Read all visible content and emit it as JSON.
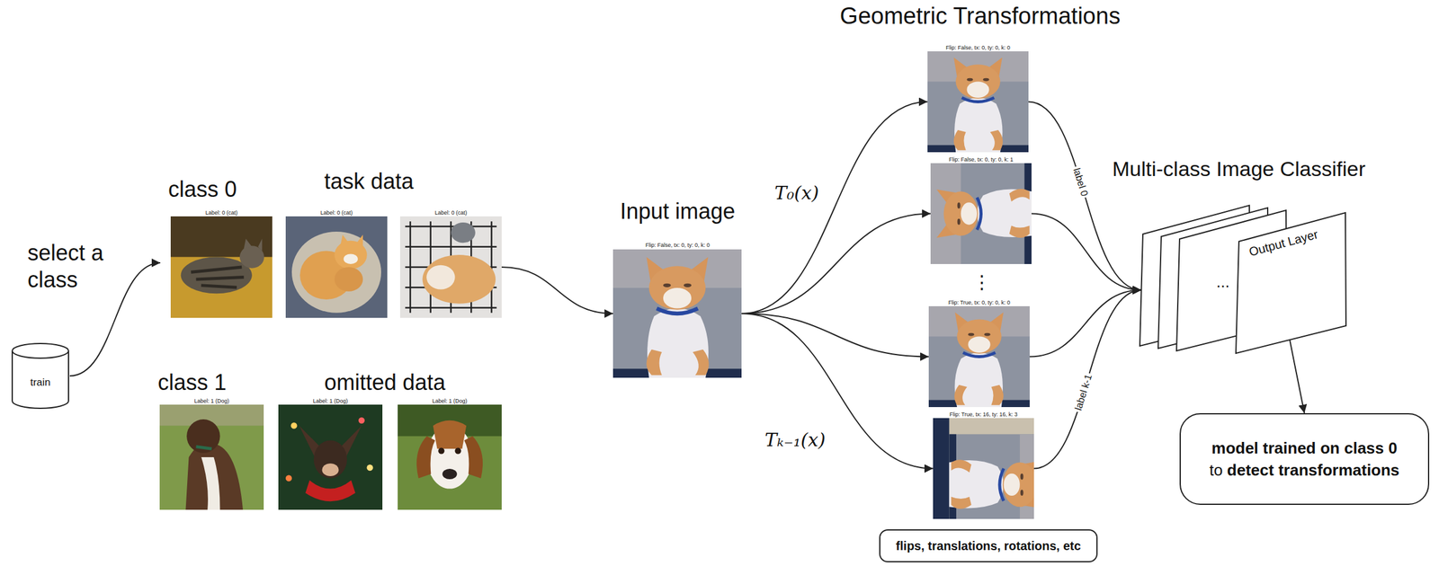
{
  "diagram": {
    "nodes": [
      {
        "text": [
          "train"
        ]
      },
      {
        "text": [
          "class 0",
          "task data"
        ]
      },
      {
        "text": [
          "Label: 0 (cat)"
        ],
        "in": 1
      },
      {
        "text": [
          "Label: 0 (cat)"
        ],
        "in": 1
      },
      {
        "text": [
          "Label: 0 (cat)"
        ],
        "in": 1
      },
      {
        "text": [
          "class 1",
          "omitted data"
        ]
      },
      {
        "text": [
          "Label: 1 (Dog)"
        ],
        "in": 5
      },
      {
        "text": [
          "Label: 1 (Dog)"
        ],
        "in": 5
      },
      {
        "text": [
          "Label: 1 (Dog)"
        ],
        "in": 5
      },
      {
        "text": [
          "Input image",
          "Flip: False, tx: 0, ty: 0, k: 0"
        ]
      },
      {
        "text": [
          "Flip: False, tx: 0, ty: 0, k: 0"
        ]
      },
      {
        "text": [
          "Flip: False, tx: 0, ty: 0, k: 1"
        ]
      },
      {
        "text": [
          "Flip: True, tx: 0, ty: 0, k: 0"
        ]
      },
      {
        "text": [
          "Flip: True, tx: 16, ty: 16, k: 3"
        ]
      },
      {
        "text": [
          "Multi-class Image Classifier",
          "...",
          "Output Layer"
        ]
      },
      {
        "text": [
          "model trained on class 0",
          "to",
          "detect transformations"
        ]
      },
      {
        "text": [
          "flips, translations, rotations, etc"
        ]
      }
    ],
    "edges": [
      {
        "from": 0,
        "to": 1,
        "arrow": "to"
      },
      {
        "from": 4,
        "to": 9,
        "arrow": "to"
      },
      {
        "from": 9,
        "to": 10,
        "arrow": "to"
      },
      {
        "from": 9,
        "to": 11,
        "arrow": "to"
      },
      {
        "from": 9,
        "to": 12,
        "arrow": "to"
      },
      {
        "from": 9,
        "to": 13,
        "arrow": "to"
      },
      {
        "from": 10,
        "to": 14,
        "label": "label 0",
        "arrow": "to"
      },
      {
        "from": 11,
        "to": 14,
        "arrow": "to"
      },
      {
        "from": 12,
        "to": 14,
        "arrow": "to"
      },
      {
        "from": 13,
        "to": 14,
        "label": "label k-1",
        "arrow": "to"
      },
      {
        "from": 14,
        "to": 15,
        "arrow": "to"
      }
    ],
    "labels": [
      "select a class",
      "Geometric Transformations",
      "T₀(x)",
      "⋮",
      "Tₖ₋₁(x)"
    ]
  }
}
